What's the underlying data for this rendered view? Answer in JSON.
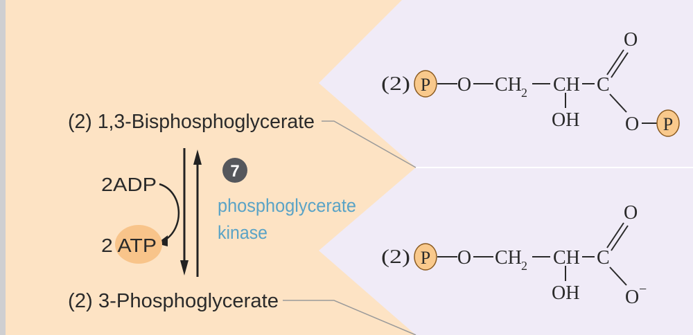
{
  "labels": {
    "substrate": "(2) 1,3-Bisphosphoglycerate",
    "product": "(2) 3-Phosphoglycerate",
    "adp": "2ADP",
    "atp": "2 ATP",
    "step_number": "7",
    "enzyme_line1": "phosphoglycerate",
    "enzyme_line2": "kinase"
  },
  "structure_top": {
    "stoich": "(2)",
    "phosphate": "P",
    "o": "O",
    "ch": "CH",
    "ch2": "CH",
    "ch2_subscript": "2",
    "c": "C",
    "carbonyl_o": "O",
    "oh": "OH",
    "ester_o": "O",
    "terminal_phosphate": "P"
  },
  "structure_bottom": {
    "stoich": "(2)",
    "phosphate": "P",
    "o": "O",
    "ch": "CH",
    "ch2": "CH",
    "ch2_subscript": "2",
    "c": "C",
    "carbonyl_o": "O",
    "oh": "OH",
    "carboxylate_o": "O",
    "charge": "−"
  },
  "colors": {
    "left_panel": "#fde3c4",
    "right_panel": "#f0ebf7",
    "phosphate_fill": "#f9c98c",
    "phosphate_stroke": "#8a5a20",
    "atp_highlight": "#f8c48a",
    "enzyme_text": "#5aa3c6",
    "badge": "#55575c",
    "text": "#2a2a2a",
    "connector": "#9a9a9a"
  }
}
